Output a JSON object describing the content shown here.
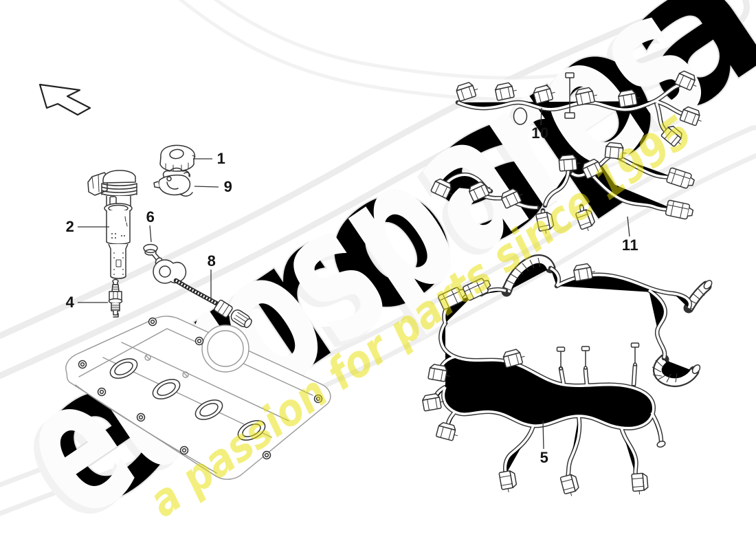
{
  "watermark": {
    "brand": "eurospares",
    "tagline": "a passion for parts since 1995",
    "brand_outline_color": "#e6e6e6",
    "brand_fill_color": "#fcfcfc",
    "tagline_color": "#e8e000"
  },
  "diagram": {
    "description": "Spark plug, ignition coil and engine wiring harness parts diagram",
    "labels": {
      "p1": {
        "text": "1"
      },
      "p2": {
        "text": "2"
      },
      "p4": {
        "text": "4"
      },
      "p5": {
        "text": "5"
      },
      "p6": {
        "text": "6"
      },
      "p8": {
        "text": "8"
      },
      "p9": {
        "text": "9"
      },
      "p10": {
        "text": "10"
      },
      "p11": {
        "text": "11"
      }
    }
  }
}
